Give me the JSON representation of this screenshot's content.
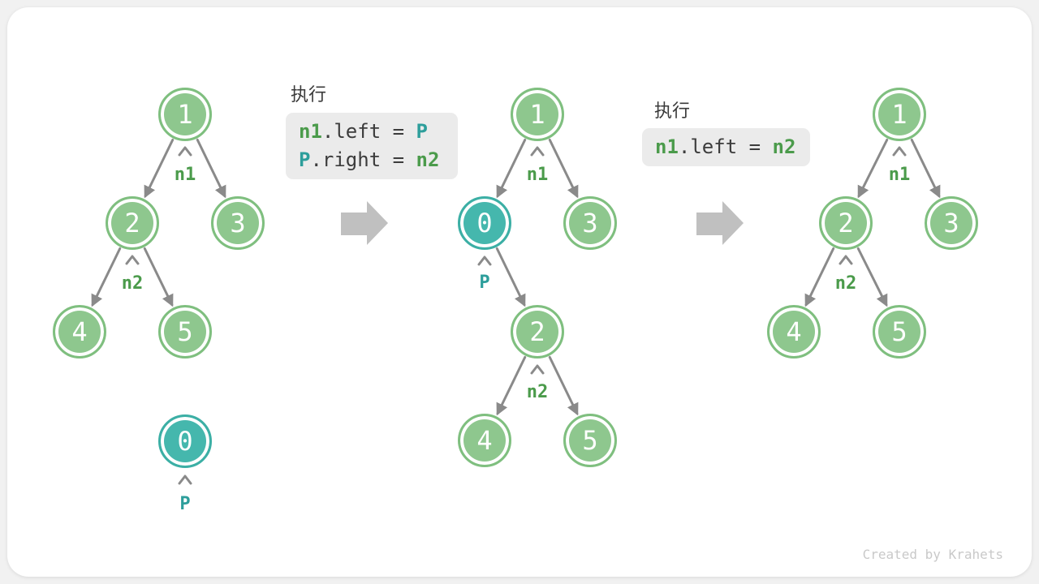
{
  "colors": {
    "page_bg": "#f1f1f1",
    "canvas_bg": "#ffffff",
    "node_green_fill": "#8ec78e",
    "node_green_stroke": "#7fbf7f",
    "node_teal_fill": "#45b7ad",
    "node_teal_stroke": "#3cafa5",
    "label_green": "#4b9b4b",
    "label_teal": "#2d9e9b",
    "code_text": "#3c3c3c",
    "code_bg": "#ebebeb",
    "edge_gray": "#8a8a8a",
    "block_arrow_gray": "#c0c0c0",
    "watermark_gray": "#c9c9c9"
  },
  "trees": [
    {
      "name": "initial tree with detached node P",
      "nodes": [
        {
          "value": "1",
          "color": "green"
        },
        {
          "value": "2",
          "color": "green"
        },
        {
          "value": "3",
          "color": "green"
        },
        {
          "value": "4",
          "color": "green"
        },
        {
          "value": "5",
          "color": "green"
        },
        {
          "value": "0",
          "color": "teal"
        }
      ],
      "labels": [
        "n1",
        "n2",
        "P"
      ]
    },
    {
      "name": "tree after inserting node P between n1 and n2",
      "nodes": [
        {
          "value": "1",
          "color": "green"
        },
        {
          "value": "0",
          "color": "teal"
        },
        {
          "value": "3",
          "color": "green"
        },
        {
          "value": "2",
          "color": "green"
        },
        {
          "value": "4",
          "color": "green"
        },
        {
          "value": "5",
          "color": "green"
        }
      ],
      "labels": [
        "n1",
        "P",
        "n2"
      ]
    },
    {
      "name": "tree after removing node P",
      "nodes": [
        {
          "value": "1",
          "color": "green"
        },
        {
          "value": "2",
          "color": "green"
        },
        {
          "value": "3",
          "color": "green"
        },
        {
          "value": "4",
          "color": "green"
        },
        {
          "value": "5",
          "color": "green"
        }
      ],
      "labels": [
        "n1",
        "n2"
      ]
    }
  ],
  "steps": [
    {
      "title": "执行",
      "code": [
        {
          "a": "n1",
          "b": ".left = ",
          "c": "P",
          "a_color": "green",
          "c_color": "teal"
        },
        {
          "a": "P",
          "b": ".right = ",
          "c": "n2",
          "a_color": "teal",
          "c_color": "green"
        }
      ]
    },
    {
      "title": "执行",
      "code": [
        {
          "a": "n1",
          "b": ".left = ",
          "c": "n2",
          "a_color": "green",
          "c_color": "green"
        }
      ]
    }
  ],
  "watermark": "Created by Krahets"
}
